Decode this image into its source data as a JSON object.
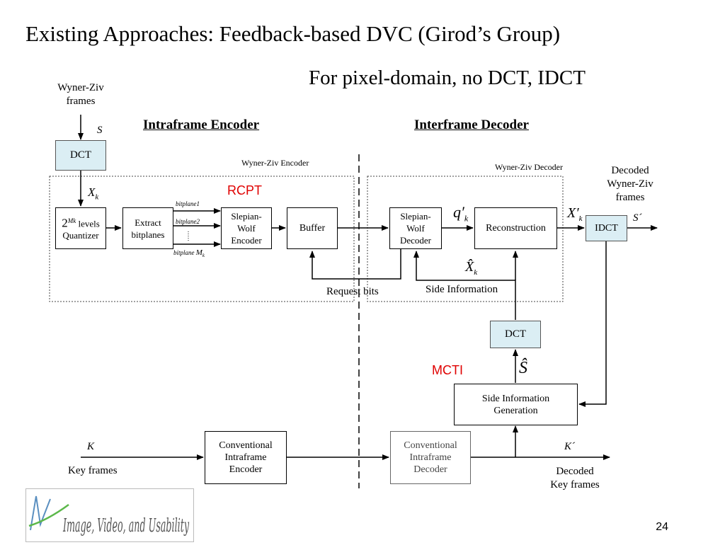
{
  "slide": {
    "title": "Existing Approaches: Feedback-based DVC (Girod’s Group)",
    "subtitle": "For pixel-domain, no DCT, IDCT",
    "page_number": "24"
  },
  "sections": {
    "encoder": "Intraframe Encoder",
    "decoder": "Interframe Decoder"
  },
  "regions": {
    "wz_encoder": "Wyner-Ziv Encoder",
    "wz_decoder": "Wyner-Ziv Decoder"
  },
  "annotations": {
    "rcpt": "RCPT",
    "mcti": "MCTI"
  },
  "labels": {
    "wz_frames_in_1": "Wyner-Ziv",
    "wz_frames_in_2": "frames",
    "s_in": "S",
    "xk": "X",
    "k_sub": "k",
    "bitplane1": "bitplane1",
    "bitplane2": "bitplane2",
    "bitplane_m": "bitplane",
    "bitplane_m_var": "M",
    "qk": "q′",
    "xk_prime": "X′",
    "decoded_wz_1": "Decoded",
    "decoded_wz_2": "Wyner-Ziv",
    "decoded_wz_3": "frames",
    "s_out": "S´",
    "request_bits": "Request bits",
    "side_information": "Side Information",
    "x_hat": "X̂",
    "s_hat": "Ŝ",
    "k_in": "K",
    "key_frames": "Key frames",
    "k_out": "K´",
    "decoded_key_1": "Decoded",
    "decoded_key_2": "Key frames",
    "logo_text": "Image, Video, and Usability"
  },
  "blocks": {
    "dct_top": "DCT",
    "quantizer_pow": "2",
    "quantizer_exp": "Mk",
    "quantizer_levels": "levels",
    "quantizer": "Quantizer",
    "extract_1": "Extract",
    "extract_2": "bitplanes",
    "sw_enc_1": "Slepian-",
    "sw_enc_2": "Wolf",
    "sw_enc_3": "Encoder",
    "buffer": "Buffer",
    "sw_dec_1": "Slepian-",
    "sw_dec_2": "Wolf",
    "sw_dec_3": "Decoder",
    "reconstruction": "Reconstruction",
    "idct": "IDCT",
    "dct_si": "DCT",
    "sig_1": "Side Information",
    "sig_2": "Generation",
    "cie_1": "Conventional",
    "cie_2": "Intraframe",
    "cie_3": "Encoder",
    "cid_1": "Conventional",
    "cid_2": "Intraframe",
    "cid_3": "Decoder"
  }
}
